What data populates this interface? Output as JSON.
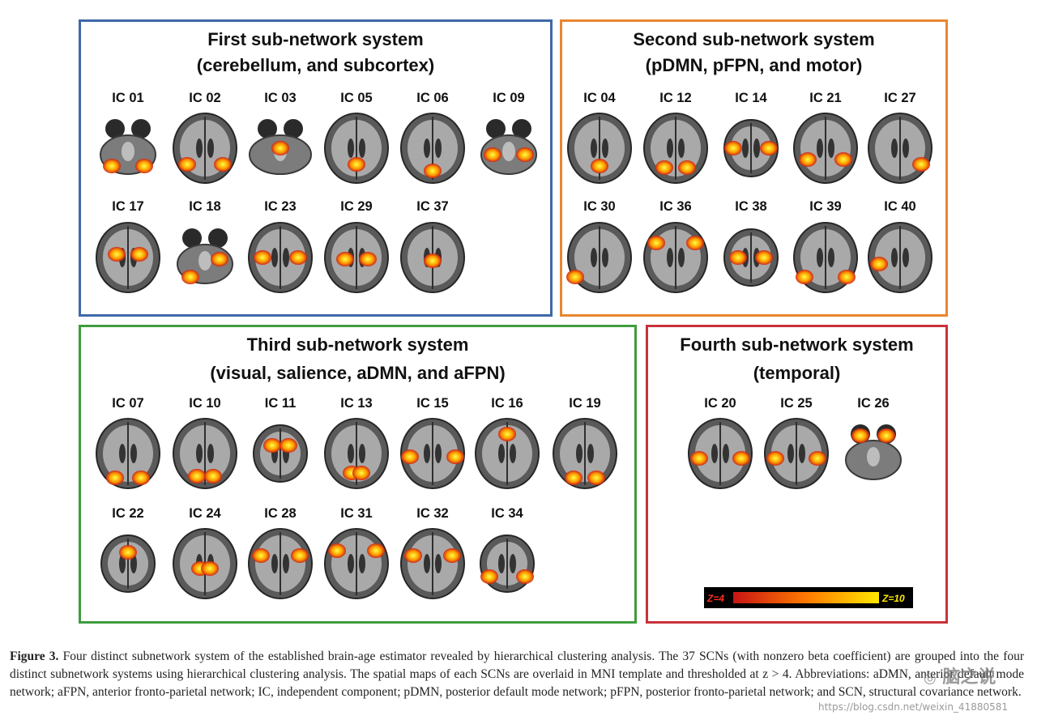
{
  "panels": [
    {
      "id": "first",
      "title_line1": "First sub-network system",
      "title_line2": "(cerebellum, and subcortex)",
      "color": "#3f68a8",
      "rows": [
        [
          "IC 01",
          "IC 02",
          "IC 03",
          "IC 05",
          "IC 06",
          "IC 09"
        ],
        [
          "IC 17",
          "IC 18",
          "IC 23",
          "IC 29",
          "IC 37"
        ]
      ]
    },
    {
      "id": "second",
      "title_line1": "Second sub-network system",
      "title_line2": "(pDMN, pFPN, and motor)",
      "color": "#e8862f",
      "rows": [
        [
          "IC 04",
          "IC 12",
          "IC 14",
          "IC 21",
          "IC 27"
        ],
        [
          "IC 30",
          "IC 36",
          "IC 38",
          "IC 39",
          "IC 40"
        ]
      ]
    },
    {
      "id": "third",
      "title_line1": "Third sub-network system",
      "title_line2": "(visual, salience, aDMN, and aFPN)",
      "color": "#3e9c3e",
      "rows": [
        [
          "IC 07",
          "IC 10",
          "IC 11",
          "IC 13",
          "IC 15",
          "IC 16",
          "IC 19"
        ],
        [
          "IC 22",
          "IC 24",
          "IC 28",
          "IC 31",
          "IC 32",
          "IC 34"
        ]
      ]
    },
    {
      "id": "fourth",
      "title_line1": "Fourth sub-network system",
      "title_line2": "(temporal)",
      "color": "#c8323a",
      "rows": [
        [
          "IC 20",
          "IC 25",
          "IC 26"
        ]
      ]
    }
  ],
  "colorbar": {
    "min_label": "Z=4",
    "max_label": "Z=10",
    "colors": [
      "#c81414",
      "#ff7a00",
      "#ffe800"
    ]
  },
  "caption": {
    "label": "Figure 3.",
    "text": "Four distinct subnetwork system of the established brain-age estimator revealed by hierarchical clustering analysis. The 37 SCNs (with nonzero beta coefficient) are grouped into the four distinct subnetwork systems using hierarchical clustering analysis. The spatial maps of each SCNs are overlaid in MNI template and thresholded at z > 4. Abbreviations: aDMN, anterior default mode network; aFPN, anterior fronto-parietal network; IC, independent component; pDMN, posterior default mode network; pFPN, posterior fronto-parietal network; and SCN, structural covariance network."
  },
  "watermarks": {
    "logo_text": "脑之说",
    "url": "https://blog.csdn.net/weixin_41880581"
  }
}
